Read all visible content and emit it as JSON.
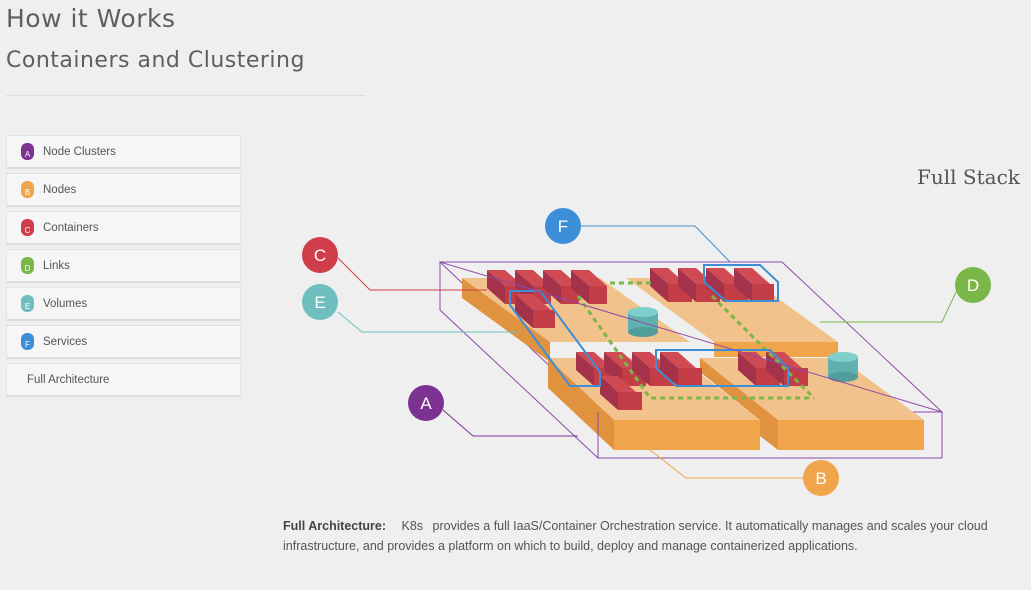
{
  "header": {
    "title": "How it Works",
    "subtitle": "Containers and Clustering"
  },
  "menu": {
    "items": [
      {
        "badge": "A",
        "label": "Node Clusters",
        "color": "#7b3291"
      },
      {
        "badge": "B",
        "label": "Nodes",
        "color": "#f0a54a"
      },
      {
        "badge": "C",
        "label": "Containers",
        "color": "#cf3e4a"
      },
      {
        "badge": "D",
        "label": "Links",
        "color": "#7ab648"
      },
      {
        "badge": "E",
        "label": "Volumes",
        "color": "#6fbfbe"
      },
      {
        "badge": "F",
        "label": "Services",
        "color": "#3c8fd6"
      }
    ],
    "full_label": "Full Architecture"
  },
  "diagram": {
    "title": "Full Stack",
    "callouts": {
      "A": "A",
      "B": "B",
      "C": "C",
      "D": "D",
      "E": "E",
      "F": "F"
    }
  },
  "description": {
    "label": "Full Architecture:",
    "brand": "K8s",
    "text": "provides a full IaaS/Container Orchestration service. It automatically manages and scales your cloud infrastructure, and provides a platform on which to build, deploy and manage containerized applications."
  }
}
